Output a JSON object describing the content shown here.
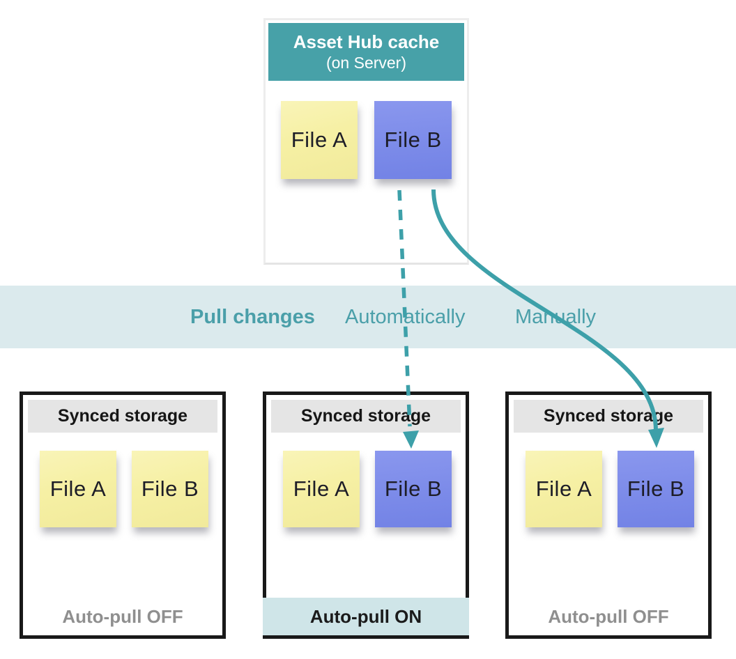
{
  "cache": {
    "title": "Asset Hub cache",
    "subtitle": "(on Server)",
    "files": [
      {
        "label": "File A",
        "color": "yellow"
      },
      {
        "label": "File B",
        "color": "blue"
      }
    ]
  },
  "band": {
    "title": "Pull changes",
    "option_automatic": "Automatically",
    "option_manual": "Manually"
  },
  "storages": [
    {
      "title": "Synced storage",
      "files": [
        {
          "label": "File A",
          "color": "yellow"
        },
        {
          "label": "File B",
          "color": "yellow"
        }
      ],
      "footer": "Auto-pull OFF",
      "footer_state": "off"
    },
    {
      "title": "Synced storage",
      "files": [
        {
          "label": "File A",
          "color": "yellow"
        },
        {
          "label": "File B",
          "color": "blue"
        }
      ],
      "footer": "Auto-pull ON",
      "footer_state": "on"
    },
    {
      "title": "Synced storage",
      "files": [
        {
          "label": "File A",
          "color": "yellow"
        },
        {
          "label": "File B",
          "color": "blue"
        }
      ],
      "footer": "Auto-pull OFF",
      "footer_state": "off"
    }
  ],
  "arrows": [
    {
      "name": "automatic-pull-arrow",
      "style": "dashed",
      "from": "cache File B",
      "to": "middle synced storage File B"
    },
    {
      "name": "manual-pull-arrow",
      "style": "solid-curved",
      "from": "cache File B",
      "to": "right synced storage File B"
    }
  ],
  "colors": {
    "teal_header": "#47a1a8",
    "teal_arrow": "#3da0a9",
    "teal_band_text": "#4a9fa9",
    "band_background": "#dbeaed",
    "auto_pull_on_background": "#cfe5e8",
    "note_yellow": "#f6f0a4",
    "note_blue": "#7c8be9",
    "storage_header_gray": "#e5e5e5",
    "storage_border": "#191919",
    "off_text_gray": "#8f8f8f"
  }
}
